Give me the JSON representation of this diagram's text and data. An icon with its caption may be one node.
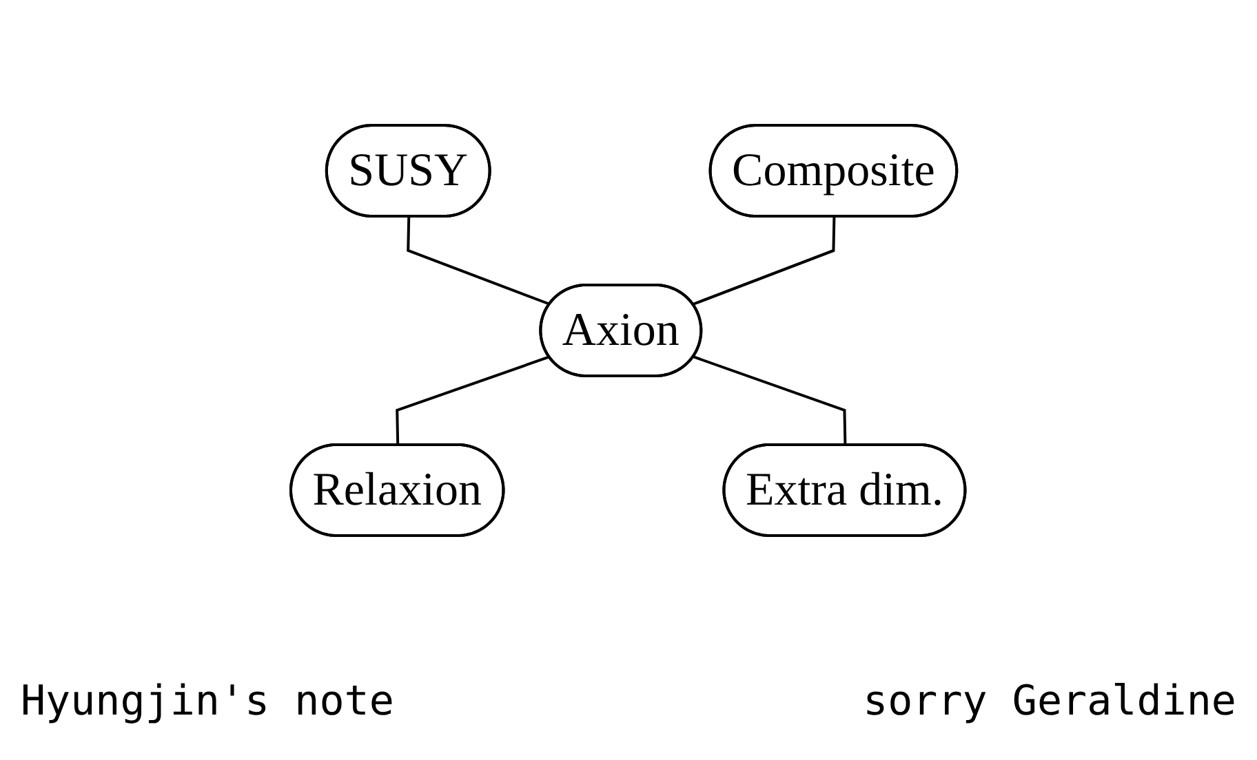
{
  "diagram": {
    "nodes": [
      {
        "text": [
          "SUSY"
        ]
      },
      {
        "text": [
          "Composite"
        ]
      },
      {
        "text": [
          "Axion"
        ]
      },
      {
        "text": [
          "Relaxion"
        ]
      },
      {
        "text": [
          "Extra dim."
        ]
      }
    ],
    "edges": [
      {
        "from": 0,
        "to": 2,
        "arrow": "none"
      },
      {
        "from": 1,
        "to": 2,
        "arrow": "none"
      },
      {
        "from": 2,
        "to": 3,
        "arrow": "none"
      },
      {
        "from": 2,
        "to": 4,
        "arrow": "none"
      }
    ],
    "labels": [
      "Hyungjin's note",
      "sorry Geraldine"
    ]
  }
}
